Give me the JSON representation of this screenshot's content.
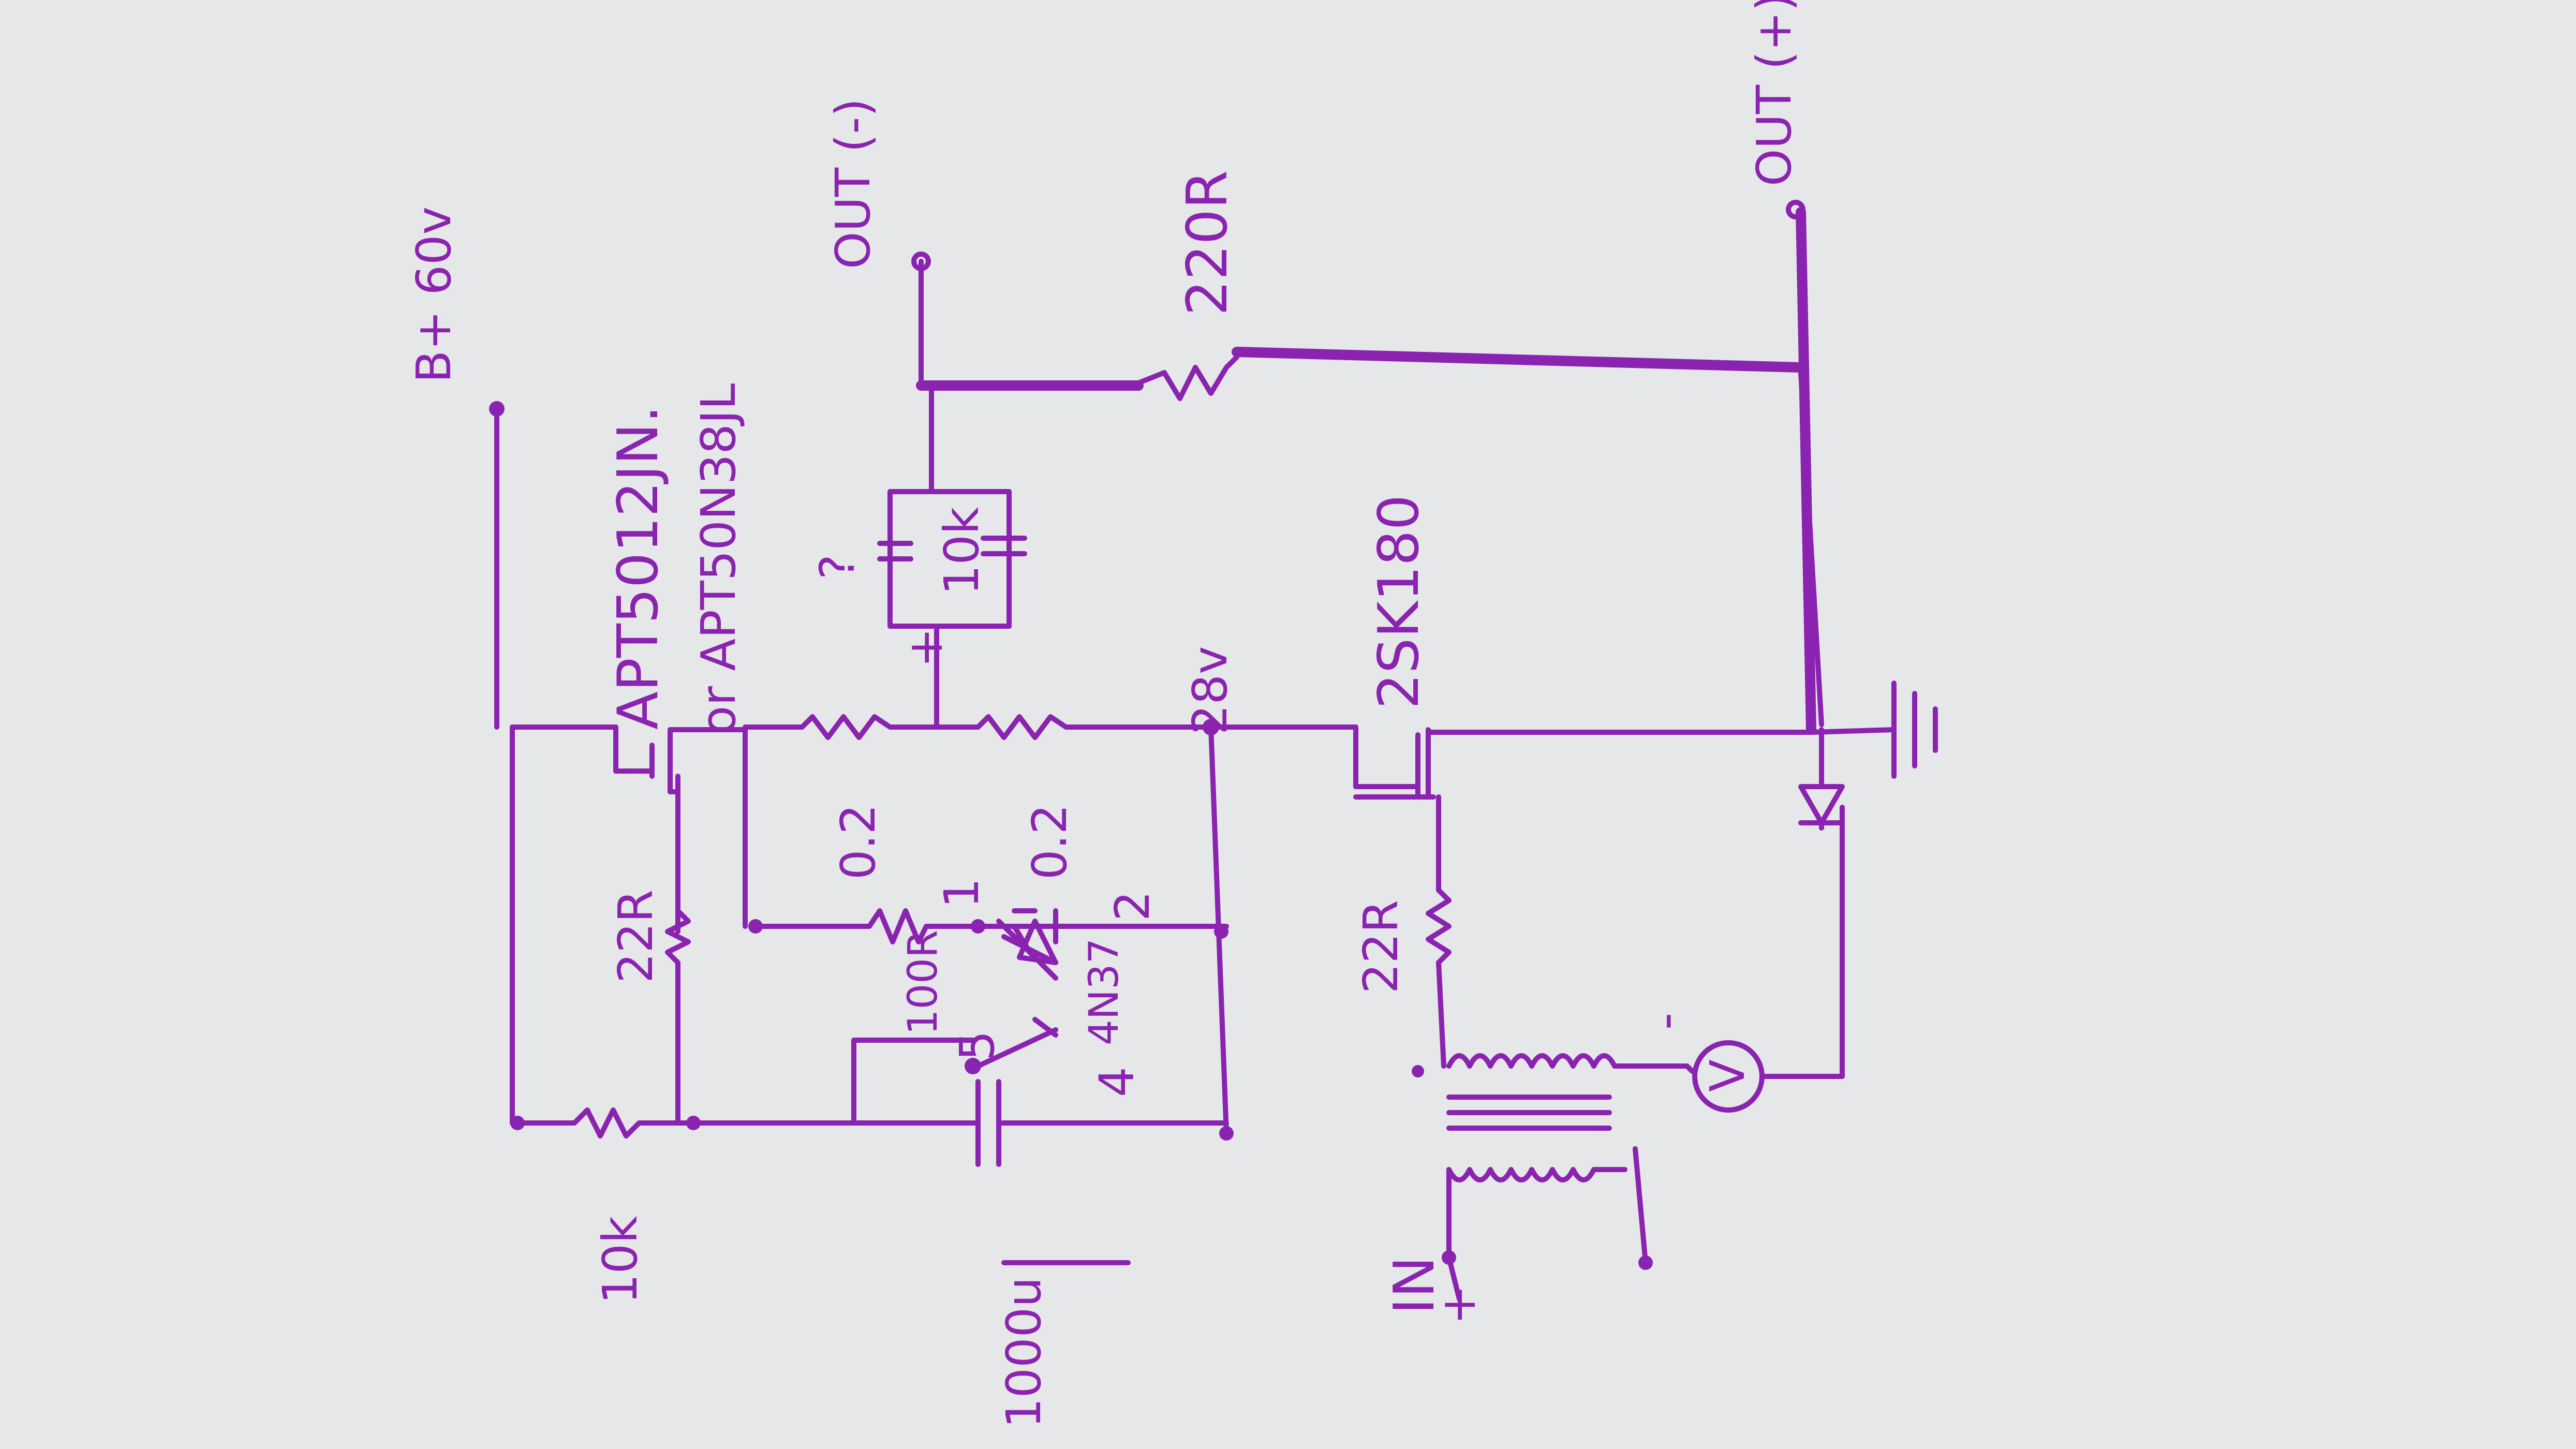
{
  "ink": "#8a23b0",
  "paper": "#e6e7e9",
  "labels": {
    "supply": "B+ 60v",
    "q1_part": "APT5012JN.",
    "q1_alt": "or APT50N38JL",
    "r_gate_q1": "22R",
    "r_bias": "10k",
    "c_bias": "1000u",
    "r_src_a": "0.2",
    "r_src_b": "0.2",
    "r_opto": "100R",
    "c_ques": "?",
    "c_plus": "+",
    "r_fb": "10k",
    "out_neg": "OUT (-)",
    "r_out": "220R",
    "v_mid": "28v",
    "q2_part": "2SK180",
    "r_gate_q2": "22R",
    "in_label": "IN",
    "in_plus": "+",
    "out_pos": "OUT (+)",
    "opto_part": "4N37",
    "pin1": "1",
    "pin2": "2",
    "pin4": "4",
    "pin5": "5",
    "meter_sym": "V",
    "meter_minus": "-"
  }
}
